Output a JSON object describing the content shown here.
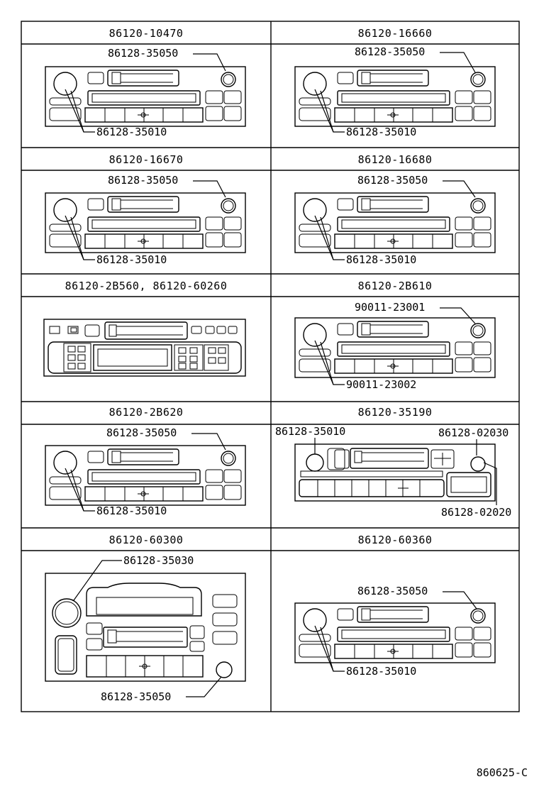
{
  "cells": [
    {
      "header": "86120-10470",
      "callouts": [
        "86128-35050",
        "86128-35010"
      ]
    },
    {
      "header": "86120-16660",
      "callouts": [
        "86128-35050",
        "86128-35010"
      ]
    },
    {
      "header": "86120-16670",
      "callouts": [
        "86128-35050",
        "86128-35010"
      ]
    },
    {
      "header": "86120-16680",
      "callouts": [
        "86128-35050",
        "86128-35010"
      ]
    },
    {
      "header": "86120-2B560, 86120-60260",
      "callouts": []
    },
    {
      "header": "86120-2B610",
      "callouts": [
        "90011-23001",
        "90011-23002"
      ]
    },
    {
      "header": "86120-2B620",
      "callouts": [
        "86128-35050",
        "86128-35010"
      ]
    },
    {
      "header": "86120-35190",
      "callouts": [
        "86128-35010",
        "86128-02030",
        "86128-02020"
      ]
    },
    {
      "header": "86120-60300",
      "callouts": [
        "86128-35030",
        "86128-35050"
      ]
    },
    {
      "header": "86120-60360",
      "callouts": [
        "86128-35050",
        "86128-35010"
      ]
    }
  ],
  "footer_code": "860625-C"
}
